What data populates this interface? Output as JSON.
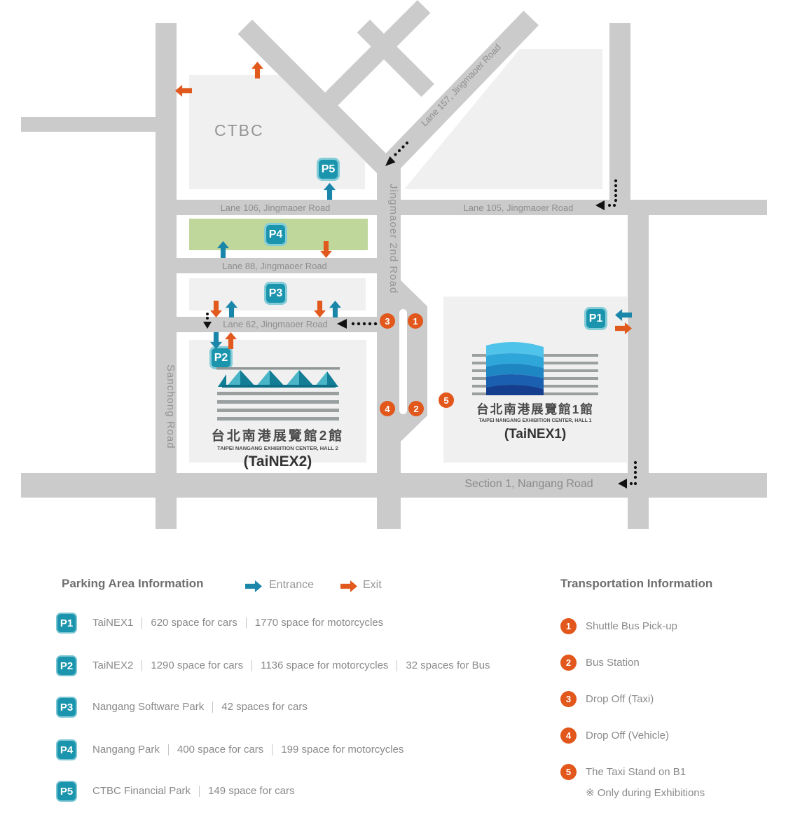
{
  "colors": {
    "road_gray": "#cbcbcb",
    "building_gray": "#f0f0f0",
    "park_green": "#c0d79b",
    "badge_teal": "#1b95ad",
    "badge_border": "#85ccd9",
    "entrance_blue": "#1a86aa",
    "exit_orange": "#e2591d",
    "stop_orange": "#e2571b"
  },
  "map": {
    "labels": {
      "ctbc": "CTBC",
      "lane157": "Lane 157, Jingmaoer Road",
      "lane106": "Lane 106, Jingmaoer Road",
      "lane105": "Lane 105, Jingmaoer Road",
      "lane88": "Lane 88, Jingmaoer Road",
      "lane62": "Lane 62, Jingmaoer Road",
      "jingmaoer2": "Jingmaoer 2nd Road",
      "sanchong": "Sanchong Road",
      "section1": "Section 1, Nangang Road"
    },
    "badges": {
      "p1": "P1",
      "p2": "P2",
      "p3": "P3",
      "p4": "P4",
      "p5": "P5"
    },
    "stops": {
      "s1": "1",
      "s2": "2",
      "s3": "3",
      "s4": "4",
      "s5": "5"
    },
    "tainex1": {
      "cn": "台北南港展覽館1館",
      "en": "TAIPEI NANGANG EXHIBITION CENTER, HALL 1",
      "abbr": "(TaiNEX1)"
    },
    "tainex2": {
      "cn": "台北南港展覽館2館",
      "en": "TAIPEI NANGANG EXHIBITION CENTER, HALL 2",
      "abbr": "(TaiNEX2)"
    }
  },
  "legend": {
    "parking": {
      "title": "Parking Area Information",
      "entrance": "Entrance",
      "exit": "Exit",
      "rows": [
        {
          "badge": "P1",
          "segments": [
            "TaiNEX1",
            "620 space for cars",
            "1770 space for motorcycles"
          ]
        },
        {
          "badge": "P2",
          "segments": [
            "TaiNEX2",
            "1290 space for cars",
            "1136 space for motorcycles",
            "32 spaces for Bus"
          ]
        },
        {
          "badge": "P3",
          "segments": [
            "Nangang Software Park",
            "42 spaces for cars"
          ]
        },
        {
          "badge": "P4",
          "segments": [
            "Nangang Park",
            "400 space for cars",
            "199 space for motorcycles"
          ]
        },
        {
          "badge": "P5",
          "segments": [
            "CTBC Financial Park",
            "149 space for cars"
          ]
        }
      ]
    },
    "transport": {
      "title": "Transportation Information",
      "items": [
        {
          "num": "1",
          "label": "Shuttle Bus Pick-up"
        },
        {
          "num": "2",
          "label": "Bus Station"
        },
        {
          "num": "3",
          "label": "Drop Off (Taxi)"
        },
        {
          "num": "4",
          "label": "Drop Off (Vehicle)"
        },
        {
          "num": "5",
          "label": "The Taxi Stand on B1",
          "note": "※ Only during Exhibitions"
        }
      ]
    }
  }
}
